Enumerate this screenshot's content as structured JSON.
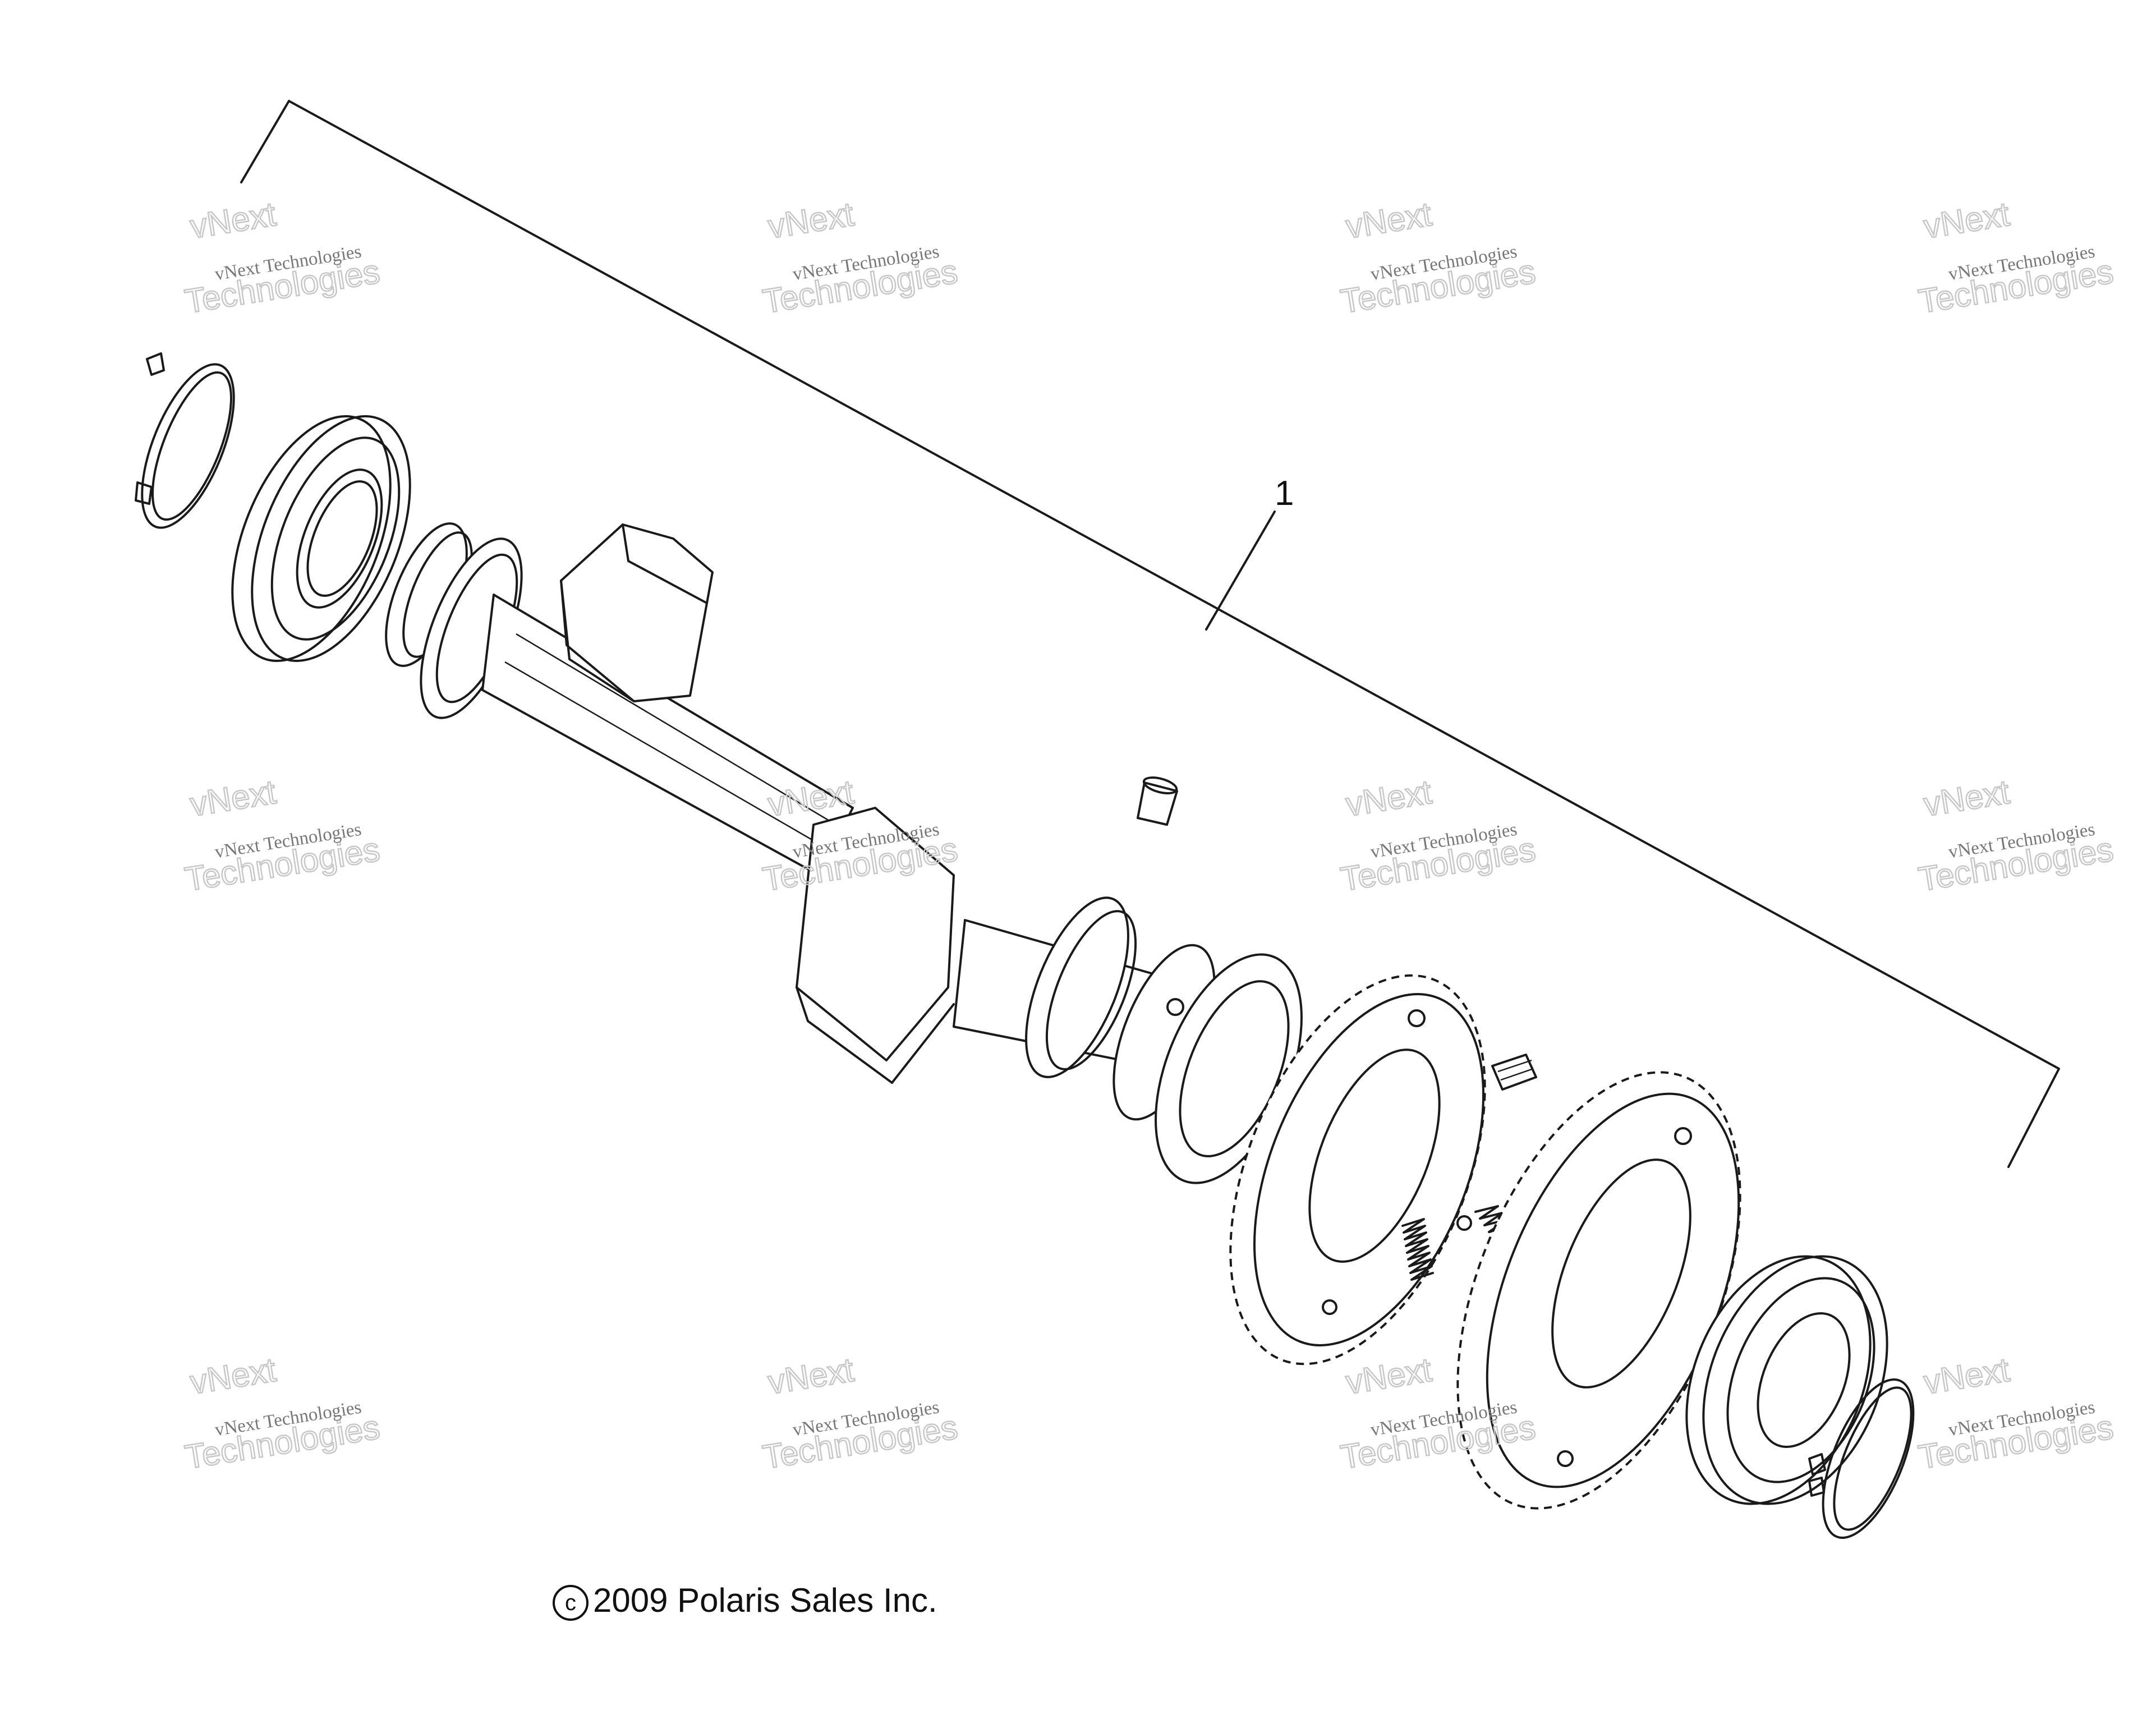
{
  "callout": {
    "number": "1"
  },
  "watermark": {
    "line_small": "vNext Technologies",
    "line_top": "vNext",
    "line_bottom": "Technologies"
  },
  "copyright": {
    "symbol": "c",
    "text": "2009 Polaris Sales Inc."
  }
}
